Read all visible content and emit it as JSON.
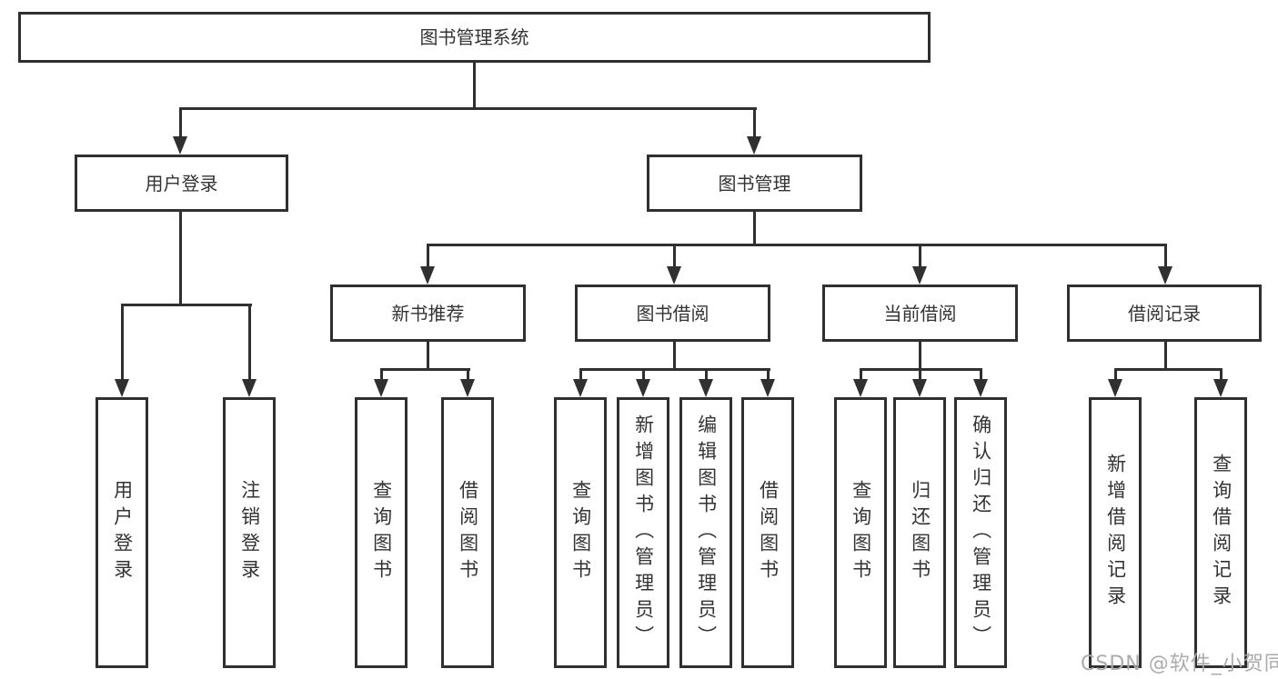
{
  "diagram": {
    "root": {
      "label": "图书管理系统"
    },
    "user_login": {
      "label": "用户登录",
      "children": [
        {
          "label": "用户登录"
        },
        {
          "label": "注销登录"
        }
      ]
    },
    "book_management": {
      "label": "图书管理",
      "sections": [
        {
          "label": "新书推荐",
          "children": [
            {
              "label": "查询图书"
            },
            {
              "label": "借阅图书"
            }
          ]
        },
        {
          "label": "图书借阅",
          "children": [
            {
              "label": "查询图书"
            },
            {
              "label": "新增图书（管理员）"
            },
            {
              "label": "编辑图书（管理员）"
            },
            {
              "label": "借阅图书"
            }
          ]
        },
        {
          "label": "当前借阅",
          "children": [
            {
              "label": "查询图书"
            },
            {
              "label": "归还图书"
            },
            {
              "label": "确认归还（管理员）"
            }
          ]
        },
        {
          "label": "借阅记录",
          "children": [
            {
              "label": "新增借阅记录"
            },
            {
              "label": "查询借阅记录"
            }
          ]
        }
      ]
    }
  },
  "watermark": {
    "text": "CSDN @软件_小贺同学"
  },
  "colors": {
    "line": "#303030",
    "text": "#333333",
    "box_background": "#ffffff",
    "page_background": "#ffffff",
    "watermark": "#ababab"
  }
}
